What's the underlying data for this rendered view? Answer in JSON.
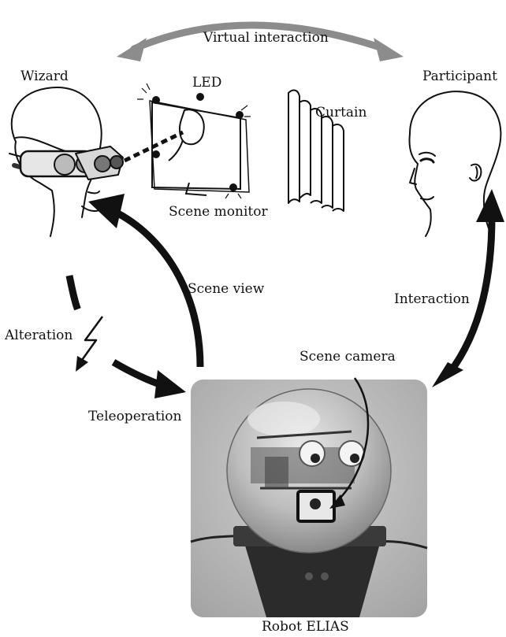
{
  "labels": {
    "virtual_interaction": "Virtual interaction",
    "wizard": "Wizard",
    "participant": "Participant",
    "led": "LED",
    "curtain": "Curtain",
    "scene_monitor": "Scene monitor",
    "scene_view": "Scene view",
    "interaction": "Interaction",
    "alteration": "Alteration",
    "scene_camera": "Scene camera",
    "teleoperation": "Teleoperation",
    "robot": "Robot ELIAS"
  },
  "colors": {
    "arrow_black": "#111111",
    "arrow_gray": "#8c8c8c",
    "robot_background": "#b9b9b9",
    "robot_body": "#2b2b2b"
  }
}
